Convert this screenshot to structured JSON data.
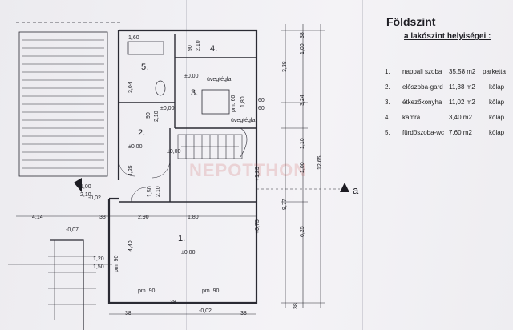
{
  "title": "Földszint",
  "subtitle": "a lakószint helyiségei :",
  "rooms": [
    {
      "no": "1.",
      "name": "nappali szoba",
      "area": "35,58 m2",
      "floor": "parketta"
    },
    {
      "no": "2.",
      "name": "előszoba-gard",
      "area": "11,38 m2",
      "floor": "kőlap"
    },
    {
      "no": "3.",
      "name": "étkezőkonyha",
      "area": "11,02 m2",
      "floor": "kőlap"
    },
    {
      "no": "4.",
      "name": "kamra",
      "area": "3,40 m2",
      "floor": "kőlap"
    },
    {
      "no": "5.",
      "name": "fürdőszoba-wc",
      "area": "7,60 m2",
      "floor": "kőlap"
    }
  ],
  "watermark": "NEPOTTHON",
  "section_label": "a",
  "plan": {
    "room_numbers": [
      "1.",
      "2.",
      "3.",
      "4.",
      "5."
    ],
    "glass_labels": [
      "üvegtégla",
      "üvegtégla"
    ],
    "levels": [
      "±0,00",
      "±0,00",
      "±0,00",
      "±0,00",
      "±0,00",
      "-0,02",
      "-0,02",
      "-0,07",
      "+0,75",
      "+1,23"
    ],
    "dims": {
      "w_160": "1,60",
      "d_90a": "90",
      "d_210a": "2,10",
      "d_304": "3,04",
      "d_90b": "90",
      "d_210b": "2,10",
      "d_60a": "60",
      "d_60b": "60",
      "d_80": "1,80",
      "d_pm60": "pm. 60",
      "d_425": "4,25",
      "d_100": "1,00",
      "d_210c": "2,10",
      "d_150": "1,50",
      "d_210d": "2,10",
      "d_290": "2,90",
      "d_180": "1,80",
      "d_414": "4,14",
      "d_38a": "38",
      "d_38b": "38",
      "d_440": "4,40",
      "d_pm90a": "pm. 90",
      "d_120": "1,20",
      "d_150b": "1,50",
      "d_pm90b": "pm. 90",
      "d_pm90c": "pm. 90",
      "d_38c": "38",
      "d_38d": "38",
      "d_38e": "38",
      "v_338": "3,38",
      "v_324": "3,24",
      "v_110": "1,10",
      "v_100": "1,00",
      "v_1265": "12,65",
      "v_977": "9,77",
      "v_625": "6,25",
      "v_38": "38",
      "v_38b": "38",
      "v_100b": "1,00"
    }
  }
}
